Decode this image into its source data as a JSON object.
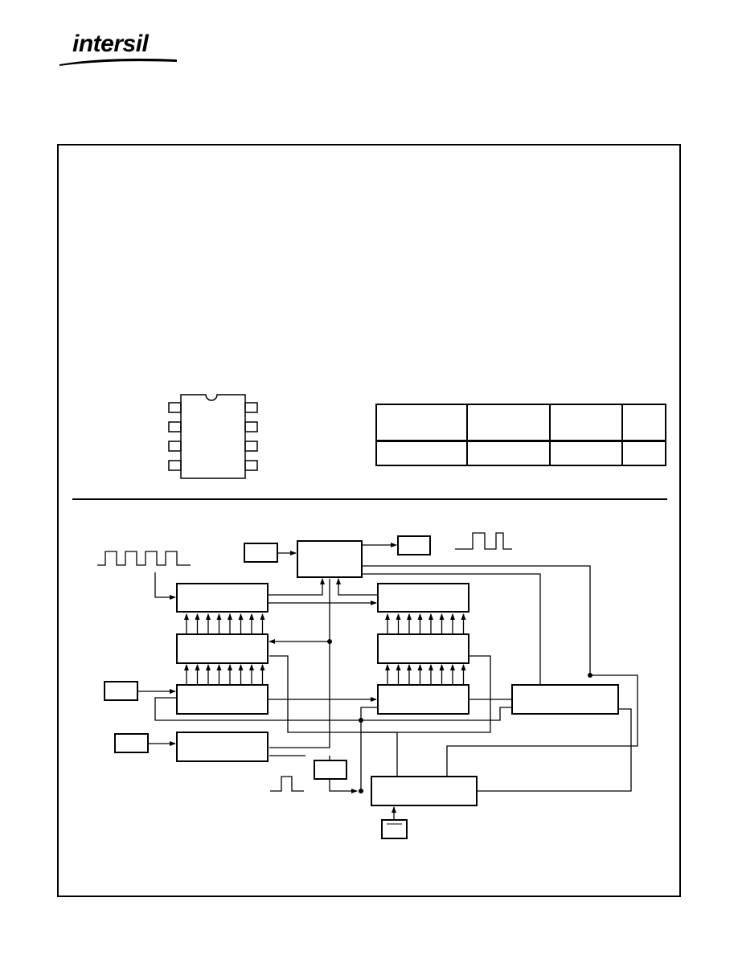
{
  "header": {
    "logo_text": "intersil",
    "logo_color": "#000000"
  },
  "package": {
    "pins_per_side": 4
  },
  "table": {
    "columns": 4,
    "rows": 1
  },
  "diagram": {
    "stroke_color": "#000000"
  }
}
